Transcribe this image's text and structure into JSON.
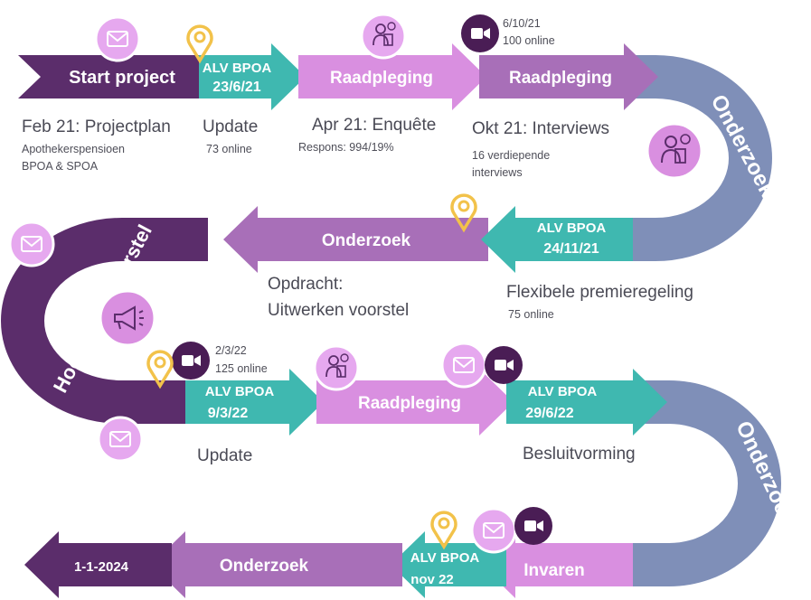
{
  "colors": {
    "dark_purple": "#5b2d6b",
    "teal": "#3fb8b0",
    "pink": "#d98fe0",
    "mid_purple": "#a86fb8",
    "slate": "#7f8fb8",
    "icon_fill": "#e6a8ef",
    "pin": "#f2c24a"
  },
  "row1": {
    "start": "Start project",
    "alv_title": "ALV BPOA",
    "alv_date": "23/6/21",
    "raad1": "Raadpleging",
    "raad2": "Raadpleging",
    "curve": "Onderzoek"
  },
  "row1_notes": {
    "n1_title": "Feb 21: Projectplan",
    "n1_sub1": "Apothekerspensioen",
    "n1_sub2": "BPOA & SPOA",
    "n2_title": "Update",
    "n2_sub": "73 online",
    "n3_title": "Apr 21: Enquête",
    "n3_sub": "Respons: 994/19%",
    "n4_title": "Okt 21: Interviews",
    "n4_sub1": "16 verdiepende",
    "n4_sub2": "interviews",
    "video_date": "6/10/21",
    "video_count": "100 online"
  },
  "row2": {
    "curve": "Hoofdlijnenvoorstel",
    "onderzoek": "Onderzoek",
    "alv_title": "ALV BPOA",
    "alv_date": "24/11/21",
    "opdracht1": "Opdracht:",
    "opdracht2": "Uitwerken voorstel",
    "flex_title": "Flexibele premieregeling",
    "flex_sub": "75 online"
  },
  "row3": {
    "video_date": "2/3/22",
    "video_count": "125 online",
    "alv1_title": "ALV BPOA",
    "alv1_date": "9/3/22",
    "raad": "Raadpleging",
    "alv2_title": "ALV BPOA",
    "alv2_date": "29/6/22",
    "curve": "Onderzoek",
    "update": "Update",
    "besluit": "Besluitvorming"
  },
  "row4": {
    "end": "1-1-2024",
    "onderzoek": "Onderzoek",
    "alv_title": "ALV BPOA",
    "alv_date": "nov 22",
    "invaren": "Invaren"
  },
  "icons": [
    "envelope-icon",
    "map-pin-icon",
    "survey-person-icon",
    "video-camera-icon",
    "megaphone-icon"
  ]
}
